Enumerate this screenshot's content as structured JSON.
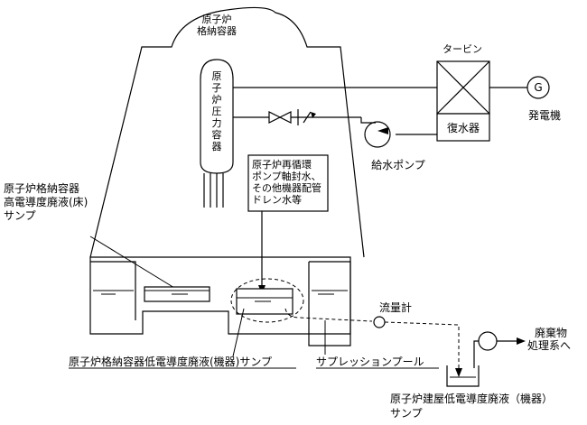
{
  "labels": {
    "containment_top": [
      "原子炉",
      "格納容器"
    ],
    "pressure_vessel": [
      "原",
      "子",
      "炉",
      "圧",
      "力",
      "容",
      "器"
    ],
    "turbine": "タービン",
    "generator_symbol": "G",
    "generator": "発電機",
    "condenser": "復水器",
    "feed_pump": "給水ポンプ",
    "drain_note": [
      "原子炉再循環",
      "ポンプ軸封水、",
      "その他機器配管",
      "ドレン水等"
    ],
    "floor_sump": [
      "原子炉格納容器",
      "高電導度廃液(床)",
      "サンプ"
    ],
    "flow_meter": "流量計",
    "waste_system": [
      "廃棄物",
      "処理系へ"
    ],
    "equipment_sump": "原子炉格納容器低電導度廃液(機器)サンプ",
    "suppression_pool": "サプレッションプール",
    "building_sump": [
      "原子炉建屋低電導度廃液（機器）",
      "サンプ"
    ]
  }
}
